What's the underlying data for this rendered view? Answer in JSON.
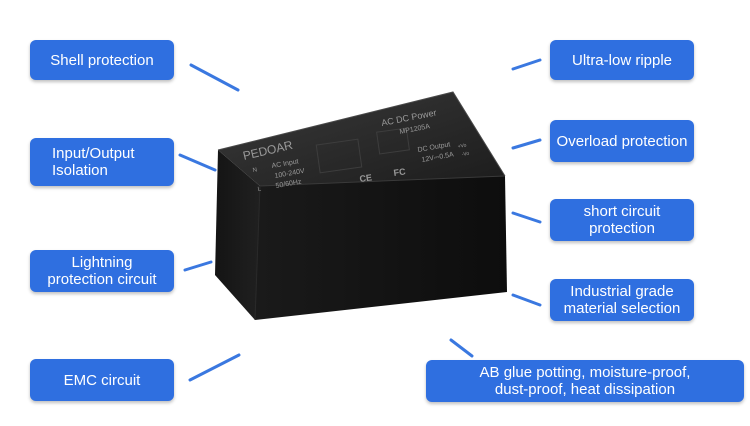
{
  "labels": {
    "shell": "Shell protection",
    "io": "Input/Output\nIsolation",
    "lightning": "Lightning\nprotection circuit",
    "emc": "EMC circuit",
    "ripple": "Ultra-low ripple",
    "overload": "Overload protection",
    "short": "short circuit\nprotection",
    "industrial": "Industrial grade\nmaterial selection",
    "glue": "AB glue potting, moisture-proof,\ndust-proof, heat dissipation"
  },
  "product": {
    "brand": "PEDOAR",
    "title": "AC DC Power",
    "model": "MP1205A",
    "input_label": "AC Input",
    "input_range": "100-240V",
    "input_freq": "50/60Hz",
    "output_label": "DC Output",
    "output_value": "12V⎓0.5A",
    "pin_n": "N",
    "pin_l": "L",
    "pin_plus": "+Vo",
    "pin_minus": "-Vo",
    "ce_mark": "CE",
    "fc_mark": "FC"
  },
  "colors": {
    "label_bg": "#2f6fe0",
    "line": "#3a78e0",
    "module_top": "#2a2a2a",
    "module_side": "#151515"
  }
}
